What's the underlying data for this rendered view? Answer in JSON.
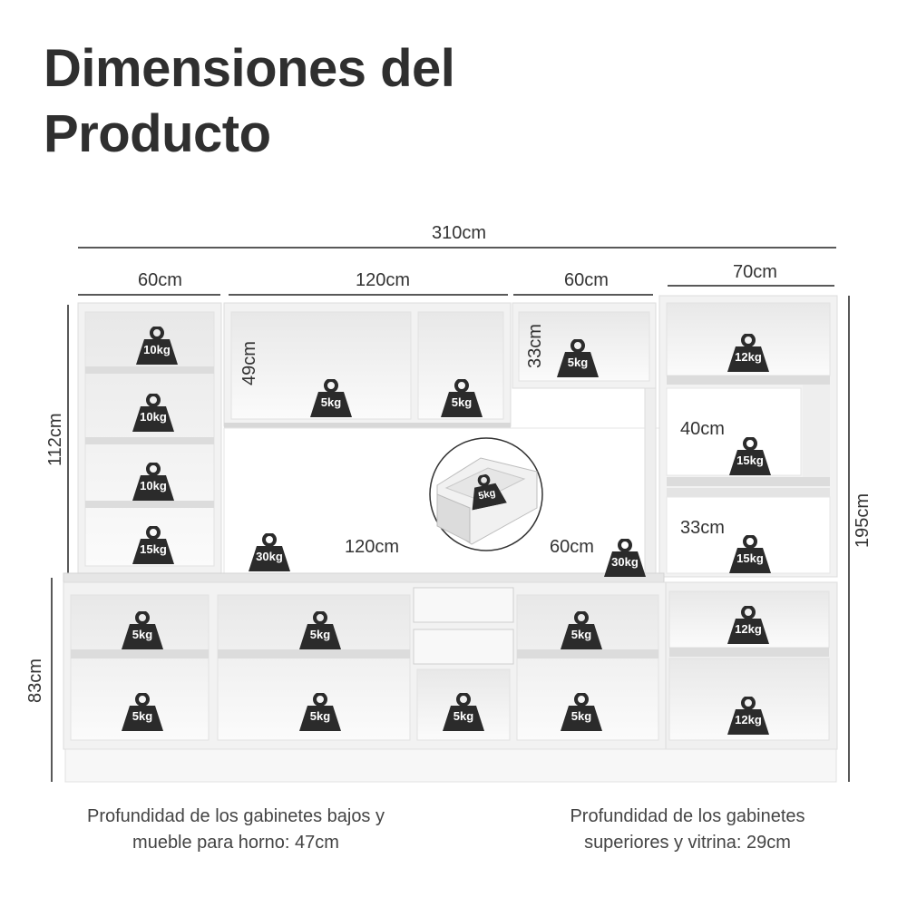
{
  "title": {
    "line1": "Dimensiones del",
    "line2": "Producto"
  },
  "dimensions": {
    "total_width": "310cm",
    "left_upper_width": "60cm",
    "center_upper_width": "120cm",
    "right_upper_width": "60cm",
    "tower_width": "70cm",
    "upper_shelf_height": "49cm",
    "small_cabinet_height": "33cm",
    "left_tower_height": "112cm",
    "lower_height": "83cm",
    "total_height": "195cm",
    "tower_niche_1": "40cm",
    "tower_niche_2": "33cm",
    "counter_left": "120cm",
    "counter_right": "60cm"
  },
  "weights": {
    "w10a": "10kg",
    "w10b": "10kg",
    "w10c": "10kg",
    "w15a": "15kg",
    "w5u1": "5kg",
    "w5u2": "5kg",
    "w5u3": "5kg",
    "w12t": "12kg",
    "w15t1": "15kg",
    "w15t2": "15kg",
    "w30l": "30kg",
    "w30r": "30kg",
    "wdrawer": "5kg",
    "w5b1": "5kg",
    "w5b2": "5kg",
    "w5b3": "5kg",
    "w5b4": "5kg",
    "w5b5": "5kg",
    "w5b6": "5kg",
    "w5b7": "5kg",
    "w12b1": "12kg",
    "w12b2": "12kg"
  },
  "notes": {
    "left": "Profundidad de los gabinetes bajos y mueble para horno: 47cm",
    "right": "Profundidad de los gabinetes superiores y vitrina: 29cm"
  },
  "colors": {
    "furniture": "#f4f4f4",
    "edge": "#d4d4d4",
    "weight_icon": "#2b2b2b",
    "text": "#333333"
  }
}
